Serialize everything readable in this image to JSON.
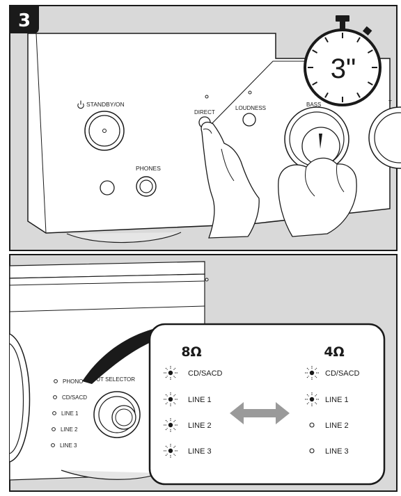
{
  "step": {
    "number": "3"
  },
  "timer": {
    "label": "3\""
  },
  "front_panel": {
    "standby_label": "STANDBY/ON",
    "phones_label": "PHONES",
    "direct_label": "DIRECT",
    "loudness_label": "LOUDNESS",
    "bass_label": "BASS",
    "treble_label_partial": "T"
  },
  "input_panel": {
    "selector_label": "INPUT SELECTOR",
    "inputs": [
      "PHONO",
      "CD/SACD",
      "LINE 1",
      "LINE 2",
      "LINE 3"
    ]
  },
  "callout": {
    "left": {
      "title": "8Ω",
      "items": [
        {
          "label": "CD/SACD",
          "state": "blinking"
        },
        {
          "label": "LINE 1",
          "state": "blinking"
        },
        {
          "label": "LINE 2",
          "state": "blinking"
        },
        {
          "label": "LINE 3",
          "state": "blinking"
        }
      ]
    },
    "right": {
      "title": "4Ω",
      "items": [
        {
          "label": "CD/SACD",
          "state": "blinking"
        },
        {
          "label": "LINE 1",
          "state": "blinking"
        },
        {
          "label": "LINE 2",
          "state": "off"
        },
        {
          "label": "LINE 3",
          "state": "off"
        }
      ]
    },
    "arrow_icon": "double-arrow-icon"
  },
  "colors": {
    "background": "#d9d9d9",
    "line": "#1a1a1a",
    "arrow": "#9a9a9a",
    "panel": "#ffffff"
  }
}
